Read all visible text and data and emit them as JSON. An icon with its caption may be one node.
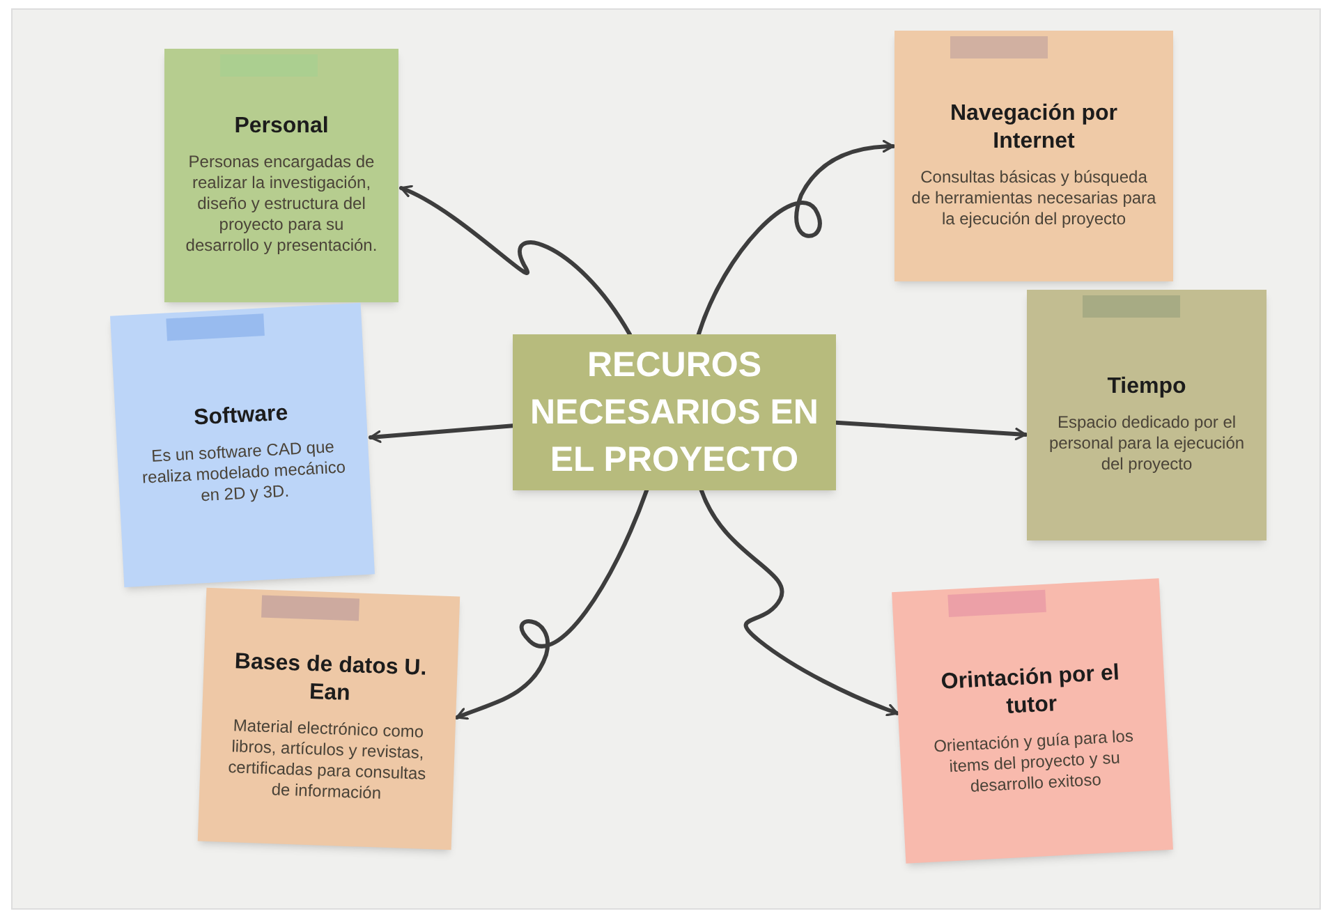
{
  "diagram": {
    "nodes": [
      {
        "text": [
          "RECUROS NECESARIOS EN EL PROYECTO"
        ]
      },
      {
        "text": [
          "Personal",
          "Personas encargadas de realizar la investigación, diseño y estructura del proyecto para su desarrollo y presentación."
        ]
      },
      {
        "text": [
          "Navegación por Internet",
          "Consultas básicas y búsqueda de herramientas necesarias para la ejecución del proyecto"
        ]
      },
      {
        "text": [
          "Software",
          "Es un software CAD que realiza modelado mecánico en 2D y 3D."
        ]
      },
      {
        "text": [
          "Tiempo",
          "Espacio dedicado por el personal para la ejecución del proyecto"
        ]
      },
      {
        "text": [
          "Bases de datos U. Ean",
          "Material electrónico como libros, artículos y revistas, certificadas para consultas de información"
        ]
      },
      {
        "text": [
          "Orintación por el tutor",
          "Orientación y guía para los items del proyecto y su desarrollo exitoso"
        ]
      }
    ],
    "edges": [
      {
        "from": 0,
        "to": 1,
        "arrow": "to"
      },
      {
        "from": 0,
        "to": 2,
        "arrow": "to"
      },
      {
        "from": 0,
        "to": 3,
        "arrow": "to"
      },
      {
        "from": 0,
        "to": 4,
        "arrow": "to"
      },
      {
        "from": 0,
        "to": 5,
        "arrow": "to"
      },
      {
        "from": 0,
        "to": 6,
        "arrow": "to"
      }
    ]
  }
}
